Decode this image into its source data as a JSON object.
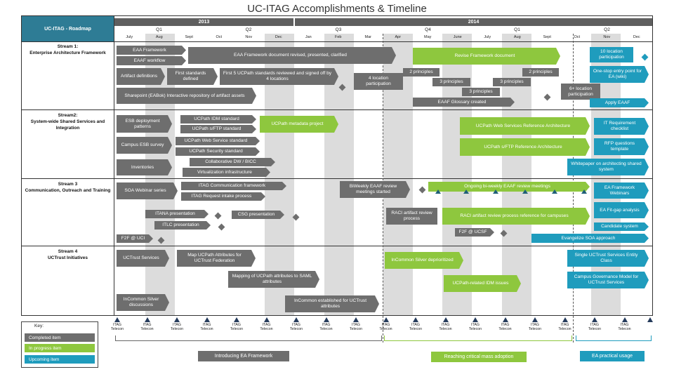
{
  "title": "UC-ITAG Accomplishments & Timeline",
  "header": {
    "roadmap_label": "UC-ITAG - Roadmap",
    "years": [
      "2013",
      "2014"
    ],
    "quarters": [
      "Q1",
      "Q2",
      "Q3",
      "Q4",
      "Q1",
      "Q2"
    ],
    "months": [
      "July",
      "Aug",
      "Sept",
      "Oct",
      "Nov",
      "Dec",
      "Jan",
      "Feb",
      "Mar",
      "Apr",
      "May",
      "June",
      "July",
      "Aug",
      "Sept",
      "Oct",
      "Nov",
      "Dec"
    ]
  },
  "streams": [
    {
      "title": "Stream 1:",
      "subtitle": "Enterprise Architecture Framework"
    },
    {
      "title": "Stream2:",
      "subtitle": "System-wide Shared Services and Integration"
    },
    {
      "title": "Stream 3",
      "subtitle": "Communication, Outreach and Training"
    },
    {
      "title": "Stream 4",
      "subtitle": "UCTrust Initiatives"
    }
  ],
  "items": {
    "s1": [
      "EAA Framework",
      "EAAF workflow",
      "EAA Framework document revised, presented, clarified",
      "Artifact definitions",
      "First standards defined",
      "First 5 UCPath standards reviewed and signed off by 4 locations",
      "4 location participation",
      "Sharepoint (EABok) Interactive repository of artifact assets",
      "Revise Framework document",
      "2 principles",
      "3 principles",
      "3 principles",
      "3 principles",
      "2 principles",
      "EAAF Glossary created",
      "6+ location participation",
      "10 location participation",
      "One-stop entry point for EA (wiki)",
      "Apply EAAF"
    ],
    "s2": [
      "ESB deployment patterns",
      "UCPath IDM standard",
      "UCPath s/FTP standard",
      "UCPath metadata project",
      "Campus ESB survey",
      "UCPath Web Service standard",
      "UCPath Security standard",
      "Collaborative DW / BICC",
      "Inventories",
      "Virtualization infrastructure",
      "UCPath Web Services Reference Architecture",
      "UCPath s/FTP Reference Architecture",
      "IT Requirement checklist",
      "RFP questions template",
      "Whitepaper on architecting shared system"
    ],
    "s3": [
      "SOA Webinar series",
      "ITAG Communication framework",
      "ITAG Request intake process",
      "BiWeekly EAAF review meetings started",
      "Ongoing bi-weekly EAAF review meetings",
      "ITANA presentation",
      "CSG presentation",
      "ITLC presentation",
      "RACI artifact review process",
      "RACI artifact review process reference for campuses",
      "F2F @ UCI",
      "F2F @ UCSF",
      "EA Framework Webinars",
      "EA Fit-gap analysis",
      "Candidate system",
      "Evangelize SOA approach"
    ],
    "s4": [
      "UCTrust Services",
      "Map UCPath Attributes for UCTrust Federation",
      "Mapping of UCPath attributes to SAML attributes",
      "InCommon Silver deprioritized",
      "UCPath-related IDM issues",
      "InCommon Silver discussions",
      "InCommon established for UCTrust attributes",
      "Single UCTrust Services Entity Class",
      "Campus Governance Model for UCTrust Services"
    ]
  },
  "telecon": {
    "line1": "ITAG",
    "line2": "Telecon",
    "count": 18
  },
  "phases": [
    "Introducing EA Framework",
    "Reaching critical mass adoption",
    "EA practical usage"
  ],
  "key": {
    "title": "Key:",
    "completed": "Completed item",
    "in_progress": "In progress item",
    "upcoming": "Upcoming item"
  },
  "colors": {
    "completed": "#6e6e6e",
    "in_progress": "#8ec73e",
    "upcoming": "#1f9cbd",
    "header": "#2e7c95"
  }
}
